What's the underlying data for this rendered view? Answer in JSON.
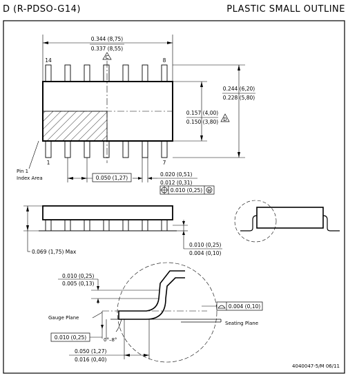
{
  "header": {
    "package_code": "D (R-PDSO-G14)",
    "package_type": "PLASTIC SMALL OUTLINE"
  },
  "top_view": {
    "body_length_max": "0.344 (8,75)",
    "body_length_min": "0.337 (8,55)",
    "note_c": "C",
    "pin_14": "14",
    "pin_8": "8",
    "pin_1": "1",
    "pin_7": "7",
    "pin1_label_line1": "Pin 1",
    "pin1_label_line2": "Index Area",
    "overall_width_max": "0.244 (6,20)",
    "overall_width_min": "0.228 (5,80)",
    "body_width_max": "0.157 (4,00)",
    "body_width_min": "0.150 (3,80)",
    "note_d": "D",
    "pitch": "0.050 (1,27)",
    "lead_width_max": "0.020 (0,51)",
    "lead_width_min": "0.012 (0,31)",
    "position_tol": "0.010 (0,25)",
    "position_modifier": "M"
  },
  "side_view": {
    "height_max": "0.069 (1,75) Max",
    "standoff_max": "0.010 (0,25)",
    "standoff_min": "0.004 (0,10)"
  },
  "detail": {
    "lead_thickness_max": "0.010 (0,25)",
    "lead_thickness_min": "0.005 (0,13)",
    "gauge_plane": "Gauge Plane",
    "gauge_dim": "0.010 (0,25)",
    "angle": "0°–8°",
    "seating_plane": "Seating Plane",
    "coplanarity": "0.004 (0,10)",
    "foot_length_max": "0.050 (1,27)",
    "foot_length_min": "0.016 (0,40)"
  },
  "footer": {
    "drawing_number": "4040047-5/M  06/11"
  }
}
